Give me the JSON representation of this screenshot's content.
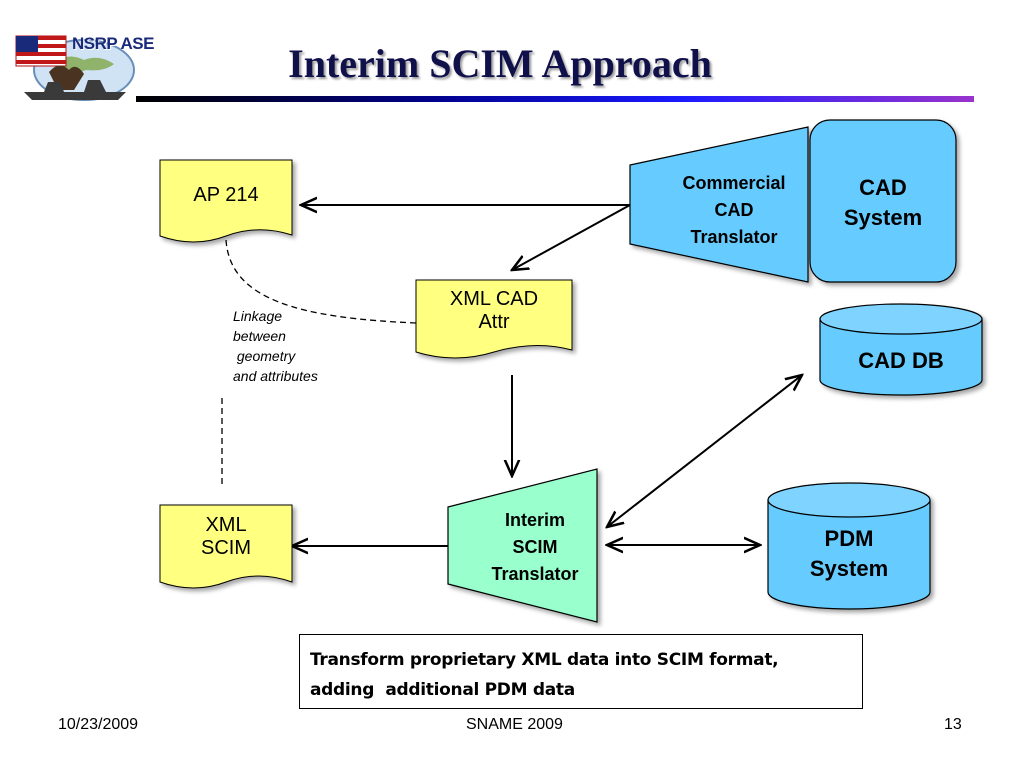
{
  "slide": {
    "title": "Interim SCIM Approach",
    "logo_text": "NSRP ASE"
  },
  "diagram": {
    "nodes": {
      "ap214": "AP 214",
      "xml_cad_attr_line1": "XML CAD",
      "xml_cad_attr_line2": "Attr",
      "xml_scim_line1": "XML",
      "xml_scim_line2": "SCIM",
      "commercial_translator_line1": "Commercial",
      "commercial_translator_line2": "CAD",
      "commercial_translator_line3": "Translator",
      "cad_system_line1": "CAD",
      "cad_system_line2": "System",
      "cad_db": "CAD DB",
      "interim_translator_line1": "Interim",
      "interim_translator_line2": "SCIM",
      "interim_translator_line3": "Translator",
      "pdm_system_line1": "PDM",
      "pdm_system_line2": "System"
    },
    "linkage_note": "Linkage\nbetween\n geometry\nand attributes",
    "colors": {
      "document_fill": "#ffff80",
      "translator_fill": "#66ccff",
      "interim_fill": "#99ffcc",
      "db_fill": "#66ccff"
    }
  },
  "caption": "Transform proprietary XML data into SCIM format,\nadding  additional PDM data",
  "footer": {
    "date": "10/23/2009",
    "center": "SNAME 2009",
    "page": "13"
  }
}
